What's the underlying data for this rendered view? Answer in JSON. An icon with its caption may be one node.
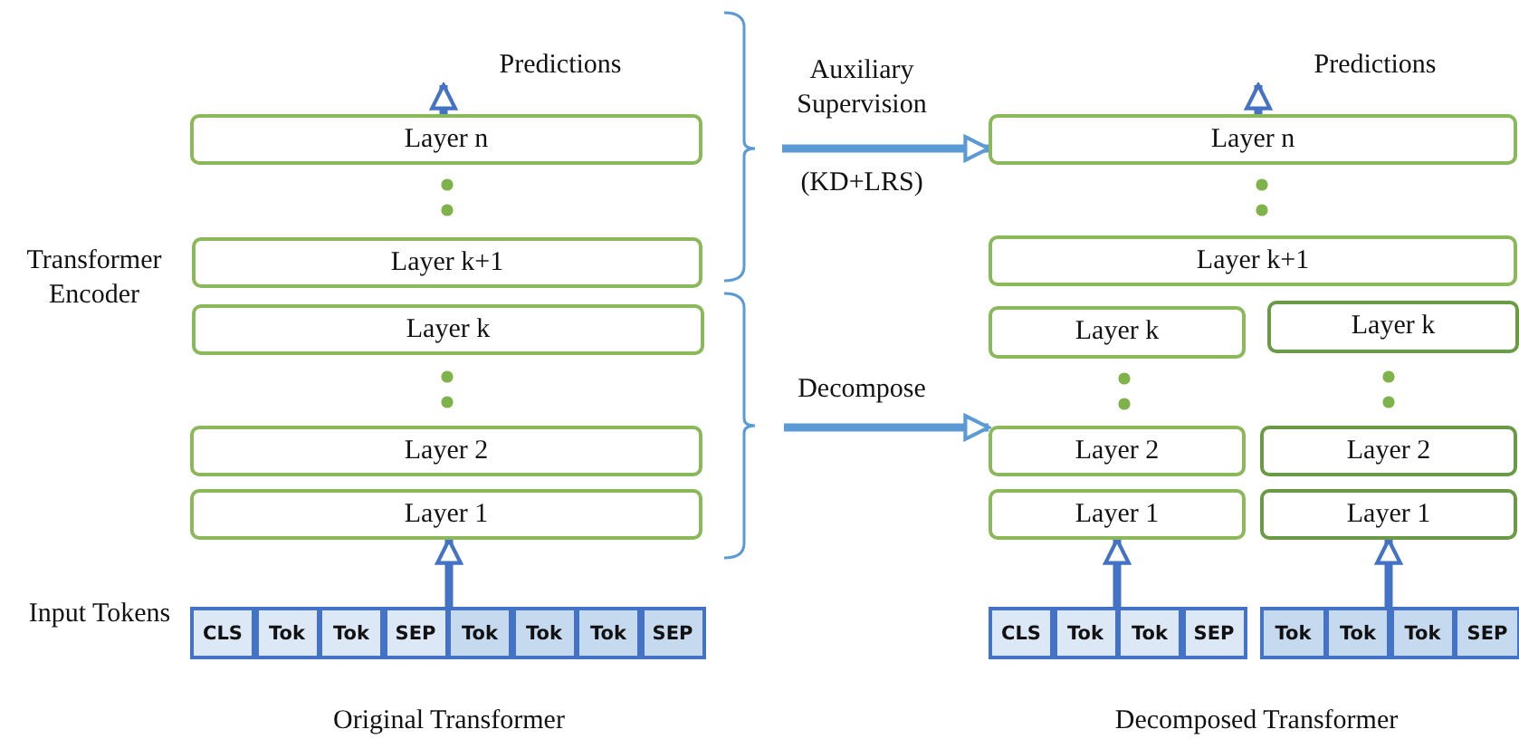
{
  "diagram": {
    "nodes": [
      {
        "text": [
          "Predictions"
        ]
      },
      {
        "text": [
          "Layer n"
        ]
      },
      {
        "text": [
          "Layer k+1"
        ]
      },
      {
        "text": [
          "Layer k"
        ]
      },
      {
        "text": [
          "Layer 2"
        ]
      },
      {
        "text": [
          "Layer 1"
        ]
      },
      {
        "text": [
          "CLS"
        ]
      },
      {
        "text": [
          "Tok"
        ]
      },
      {
        "text": [
          "Tok"
        ]
      },
      {
        "text": [
          "SEP"
        ]
      },
      {
        "text": [
          "Tok"
        ]
      },
      {
        "text": [
          "Tok"
        ]
      },
      {
        "text": [
          "Tok"
        ]
      },
      {
        "text": [
          "SEP"
        ]
      },
      {
        "text": [
          "Predictions"
        ]
      },
      {
        "text": [
          "Layer n"
        ]
      },
      {
        "text": [
          "Layer k+1"
        ]
      },
      {
        "text": [
          "Layer k"
        ]
      },
      {
        "text": [
          "Layer k"
        ]
      },
      {
        "text": [
          "Layer 2"
        ]
      },
      {
        "text": [
          "Layer 2"
        ]
      },
      {
        "text": [
          "Layer 1"
        ]
      },
      {
        "text": [
          "Layer 1"
        ]
      },
      {
        "text": [
          "CLS"
        ]
      },
      {
        "text": [
          "Tok"
        ]
      },
      {
        "text": [
          "Tok"
        ]
      },
      {
        "text": [
          "SEP"
        ]
      },
      {
        "text": [
          "Tok"
        ]
      },
      {
        "text": [
          "Tok"
        ]
      },
      {
        "text": [
          "Tok"
        ]
      },
      {
        "text": [
          "SEP"
        ]
      }
    ],
    "edges": [
      {
        "from": 9,
        "to": 5,
        "arrow": "to"
      },
      {
        "from": 1,
        "to": 0,
        "arrow": "to"
      },
      {
        "from": null,
        "to": 15,
        "arrow": "to",
        "color": "#5b9bd5"
      },
      {
        "from": null,
        "to": 19,
        "arrow": "to",
        "color": "#5b9bd5"
      },
      {
        "from": 24,
        "to": 21,
        "arrow": "to"
      },
      {
        "from": 28,
        "to": 22,
        "arrow": "to"
      },
      {
        "from": 15,
        "to": 14,
        "arrow": "to"
      }
    ],
    "labels": [
      "Transformer Encoder",
      "Input Tokens",
      "Auxiliary Supervision",
      "(KD+LRS)",
      "Decompose",
      "Original Transformer",
      "Decomposed Transformer"
    ]
  }
}
